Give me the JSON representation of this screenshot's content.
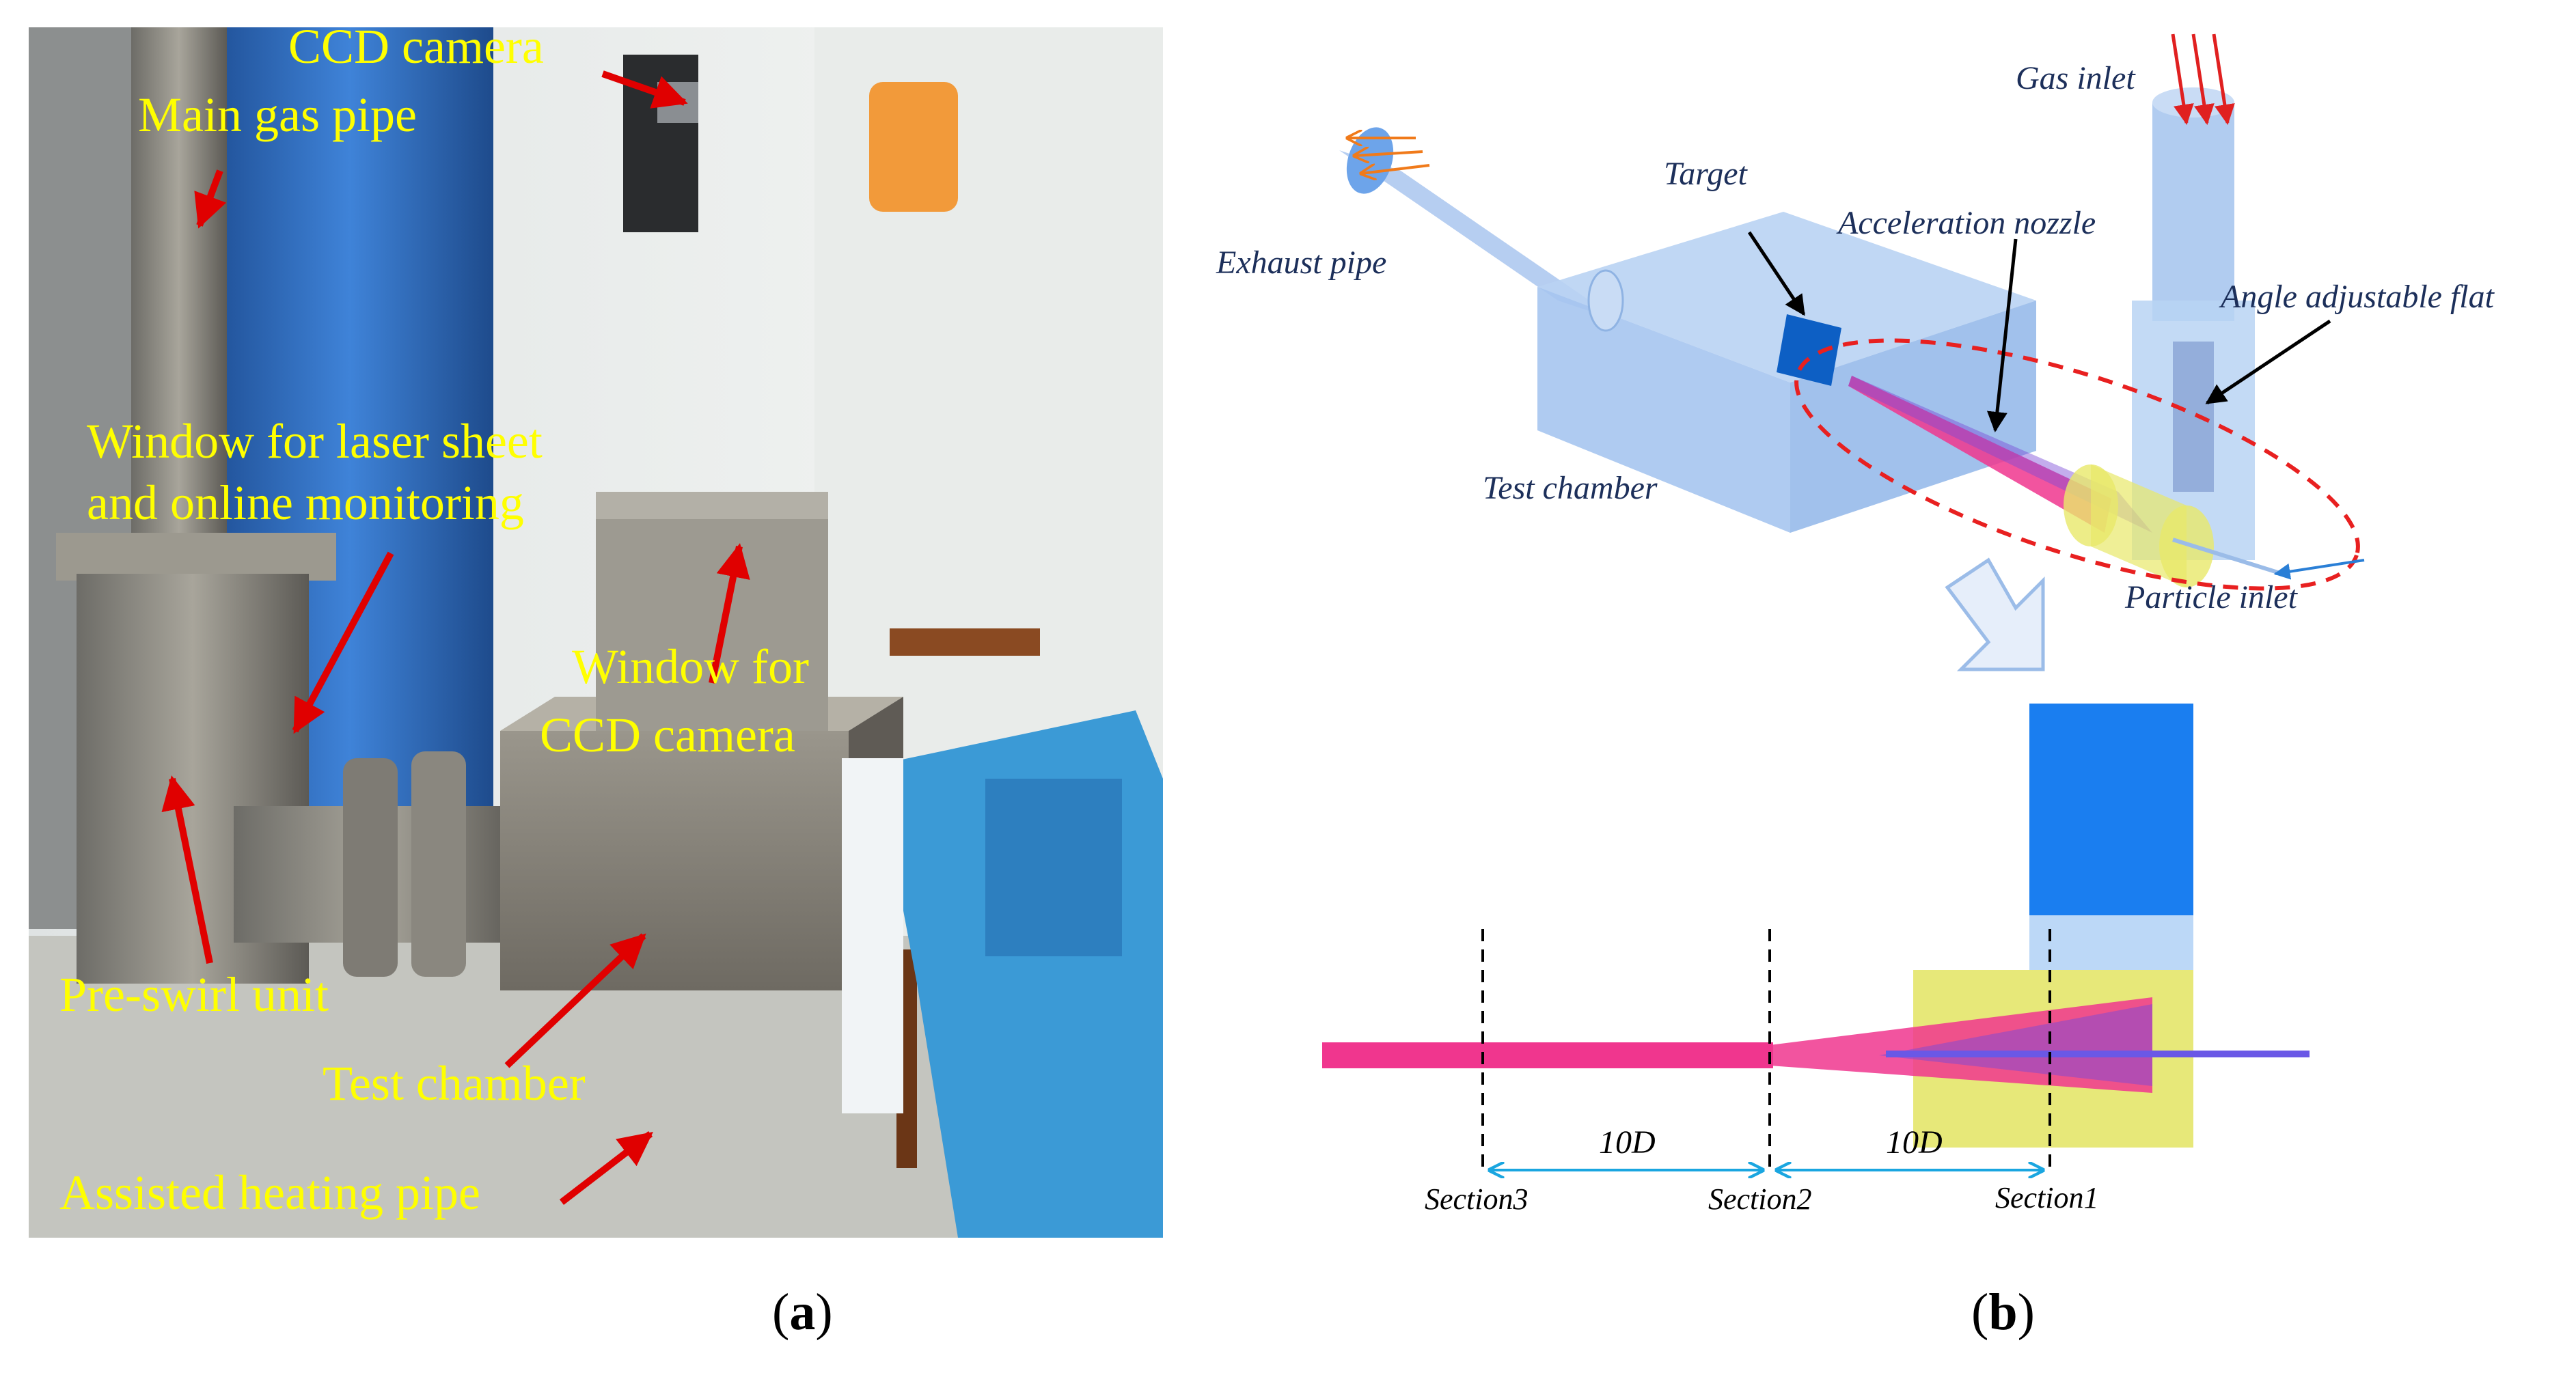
{
  "panel_a": {
    "labels": {
      "ccd_camera": "CCD camera",
      "main_gas_pipe": "Main gas pipe",
      "window_laser_line1": "Window for laser sheet",
      "window_laser_line2": "and online monitoring",
      "window_ccd_line1": "Window for",
      "window_ccd_line2": "CCD camera",
      "pre_swirl_unit": "Pre-swirl unit",
      "test_chamber": "Test chamber",
      "assisted_heating_pipe": "Assisted heating pipe"
    },
    "caption": {
      "open": "(",
      "letter": "a",
      "close": ")"
    }
  },
  "panel_b": {
    "labels": {
      "gas_inlet": "Gas inlet",
      "exhaust_pipe": "Exhaust pipe",
      "target": "Target",
      "acceleration_nozzle": "Acceleration nozzle",
      "angle_adjustable_flat": "Angle adjustable flat",
      "test_chamber": "Test chamber",
      "particle_inlet": "Particle inlet",
      "dist_1": "10D",
      "dist_2": "10D",
      "section3": "Section3",
      "section2": "Section2",
      "section1": "Section1"
    },
    "caption": {
      "open": "(",
      "letter": "b",
      "close": ")"
    }
  },
  "colors": {
    "label_yellow": "#ffff00",
    "arrow_red": "#e00000",
    "pipe_blue": "#a9c6ee",
    "target_blue": "#0d5fc4",
    "nozzle_pink": "#f0368e",
    "nozzle_violet": "#7a4ad8",
    "flat_yellow": "#e8e86a",
    "dim_cyan": "#1aa6e0",
    "label_navy": "#1c2f5a"
  }
}
